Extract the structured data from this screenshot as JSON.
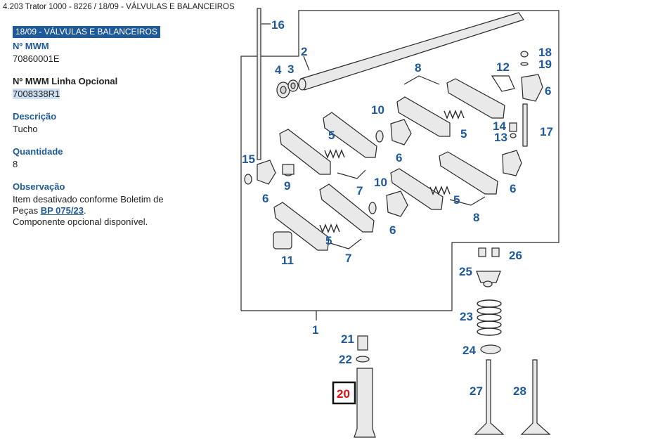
{
  "breadcrumb": "4.203 Trator  1000 - 8226  /  18/09 - VÁLVULAS E BALANCEIROS",
  "section_badge": "18/09 - VÁLVULAS E BALANCEIROS",
  "fields": {
    "mwm_label": "Nº MWM",
    "mwm_value": "70860001E",
    "optional_label": "Nº MWM Linha Opcional",
    "optional_value": "7008338R1",
    "description_label": "Descrição",
    "description_value": "Tucho",
    "quantity_label": "Quantidade",
    "quantity_value": "8",
    "observation_label": "Observação",
    "observation_line1": "Item desativado conforme Boletim de",
    "observation_line2_prefix": "Peças ",
    "observation_link": "BP 075/23",
    "observation_line2_suffix": ".",
    "observation_line3": "Componente opcional disponível."
  },
  "diagram": {
    "callouts": {
      "c1": "1",
      "c2": "2",
      "c3": "3",
      "c4": "4",
      "c5a": "5",
      "c5b": "5",
      "c5c": "5",
      "c5d": "5",
      "c6a": "6",
      "c6b": "6",
      "c6c": "6",
      "c6d": "6",
      "c6e": "6",
      "c7a": "7",
      "c7b": "7",
      "c8a": "8",
      "c8b": "8",
      "c9": "9",
      "c10a": "10",
      "c10b": "10",
      "c11": "11",
      "c12": "12",
      "c13": "13",
      "c14": "14",
      "c15": "15",
      "c16": "16",
      "c17": "17",
      "c18": "18",
      "c19": "19",
      "c20": "20",
      "c21": "21",
      "c22": "22",
      "c23": "23",
      "c24": "24",
      "c25": "25",
      "c26": "26",
      "c27": "27",
      "c28": "28"
    },
    "highlighted": "20",
    "colors": {
      "callout": "#1e5a99",
      "highlight": "#e01010"
    }
  }
}
